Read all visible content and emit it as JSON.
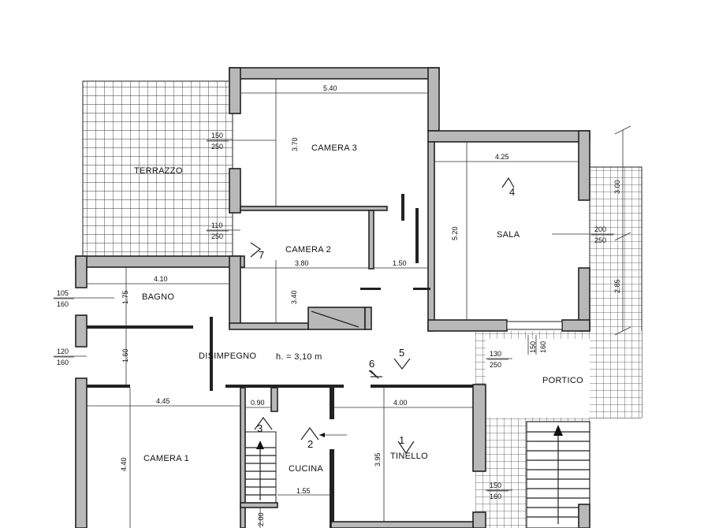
{
  "rooms": {
    "terrazzo": "TERRAZZO",
    "camera3": "CAMERA 3",
    "camera2": "CAMERA 2",
    "sala": "SALA",
    "bagno": "BAGNO",
    "disimpegno": "DISIMPEGNO",
    "height_note": "h. = 3,10 m",
    "portico": "PORTICO",
    "camera1": "CAMERA 1",
    "cucina": "CUCINA",
    "tinello": "TINELLO"
  },
  "dimensions": {
    "camera3_width": "5.40",
    "camera3_height": "3.70",
    "sala_width": "4.25",
    "sala_height": "5.20",
    "camera2_width": "3.80",
    "camera2_height": "3.40",
    "corridor_width": "1.50",
    "bagno_width": "4.10",
    "bagno_height": "1.75",
    "disimpegno_height": "1.60",
    "camera1_width": "4.45",
    "camera1_height": "4.40",
    "small_width": "0.90",
    "cucina_width": "1.55",
    "tinello_width": "4.00",
    "tinello_height": "3.95",
    "portico_top": "3.00",
    "portico_height": "2.85",
    "bottom_left": "2.00"
  },
  "openings": {
    "w1_top": "150",
    "w1_bot": "250",
    "w2_top": "110",
    "w2_bot": "250",
    "w3_top": "105",
    "w3_bot": "160",
    "w4_top": "120",
    "w4_bot": "160",
    "w5_top": "200",
    "w5_bot": "250",
    "w6_top": "130",
    "w6_bot": "250",
    "w7_top": "150",
    "w7_bot": "160",
    "w8_top": "150",
    "w8_bot": "160"
  },
  "markers": [
    "1",
    "2",
    "3",
    "4",
    "5",
    "6",
    "7"
  ]
}
